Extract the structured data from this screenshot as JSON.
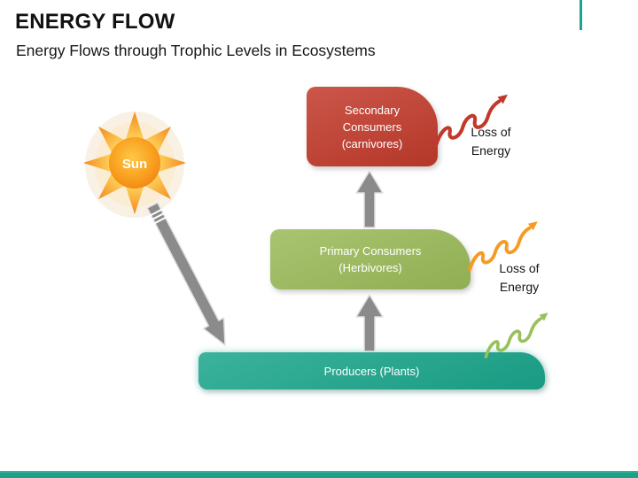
{
  "slide": {
    "title": "ENERGY FLOW",
    "subtitle": "Energy Flows through Trophic Levels in Ecosystems"
  },
  "diagram": {
    "sun": {
      "label": "Sun"
    },
    "levels": [
      {
        "lines": [
          "Secondary",
          "Consumers",
          "(carnivores)"
        ],
        "fill": "#C23B2C"
      },
      {
        "lines": [
          "Primary Consumers",
          "(Herbivores)"
        ],
        "fill": "#9BBB59"
      },
      {
        "lines": [
          "Producers (Plants)"
        ],
        "fill": "#1BA68C"
      }
    ],
    "loss_labels": [
      {
        "text": "Loss of Energy"
      },
      {
        "text": "Loss of Energy"
      }
    ],
    "colors": {
      "secondary_box": "#C23B2C",
      "primary_box": "#9BBB59",
      "producers_box": "#1BA68C",
      "loss_arrow_secondary": "#C0392B",
      "loss_arrow_primary": "#F59B22",
      "loss_arrow_producers": "#97C159",
      "flow_arrow_gray": "#8B8B8B",
      "accent_teal": "#1BA68C",
      "sun_orange": "#F89B1C"
    }
  }
}
